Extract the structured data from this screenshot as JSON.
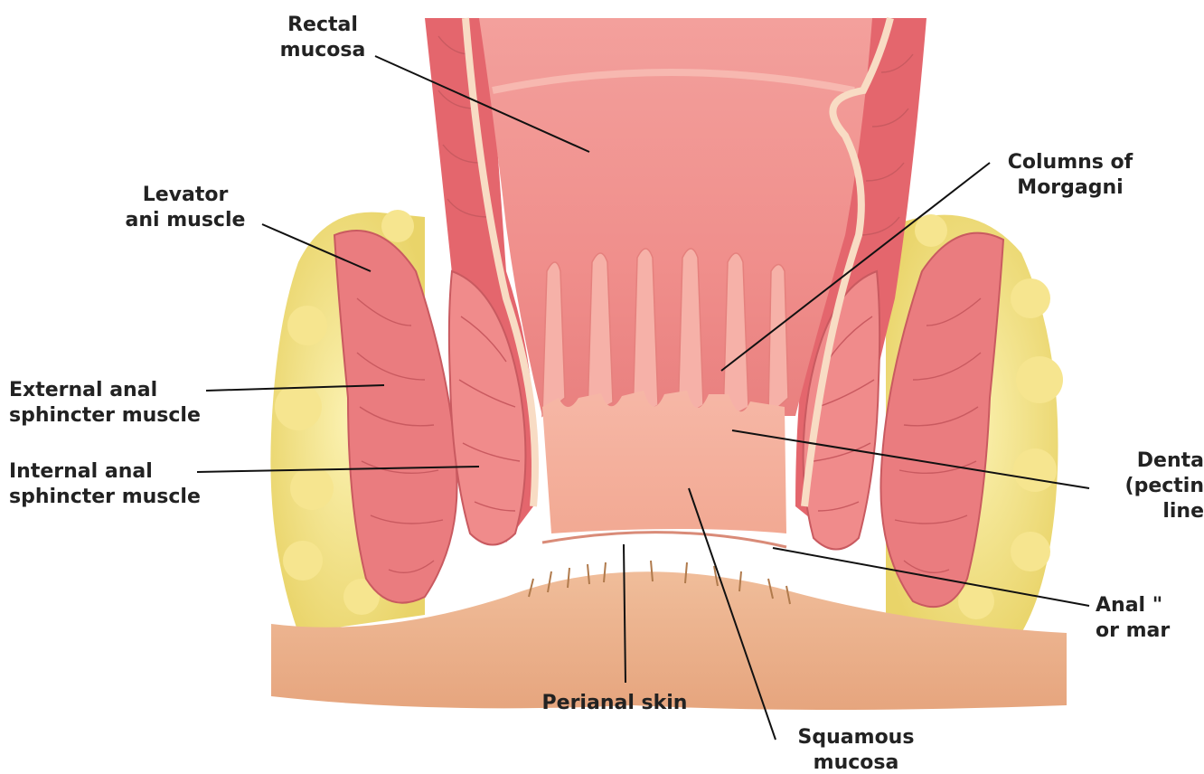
{
  "labels": {
    "rectal_mucosa": [
      "Rectal",
      "mucosa"
    ],
    "levator_ani": [
      "Levator",
      "ani muscle"
    ],
    "columns_of_morgagni": [
      "Columns of",
      "Morgagni"
    ],
    "external_sphincter": [
      "External anal",
      "sphincter muscle"
    ],
    "internal_sphincter": [
      "Internal anal",
      "sphincter muscle"
    ],
    "dentate_line": [
      "Denta",
      "(pectin",
      "line"
    ],
    "anal_verge": [
      "Anal \"",
      "or mar"
    ],
    "perianal_skin": [
      "Perianal skin"
    ],
    "squamous_mucosa": [
      "Squamous",
      "mucosa"
    ]
  },
  "colors": {
    "fat": "#f2e07a",
    "muscle": "#e8757a",
    "mucosa": "#f5a7a0",
    "skin": "#eab08c",
    "leader": "#111111"
  }
}
